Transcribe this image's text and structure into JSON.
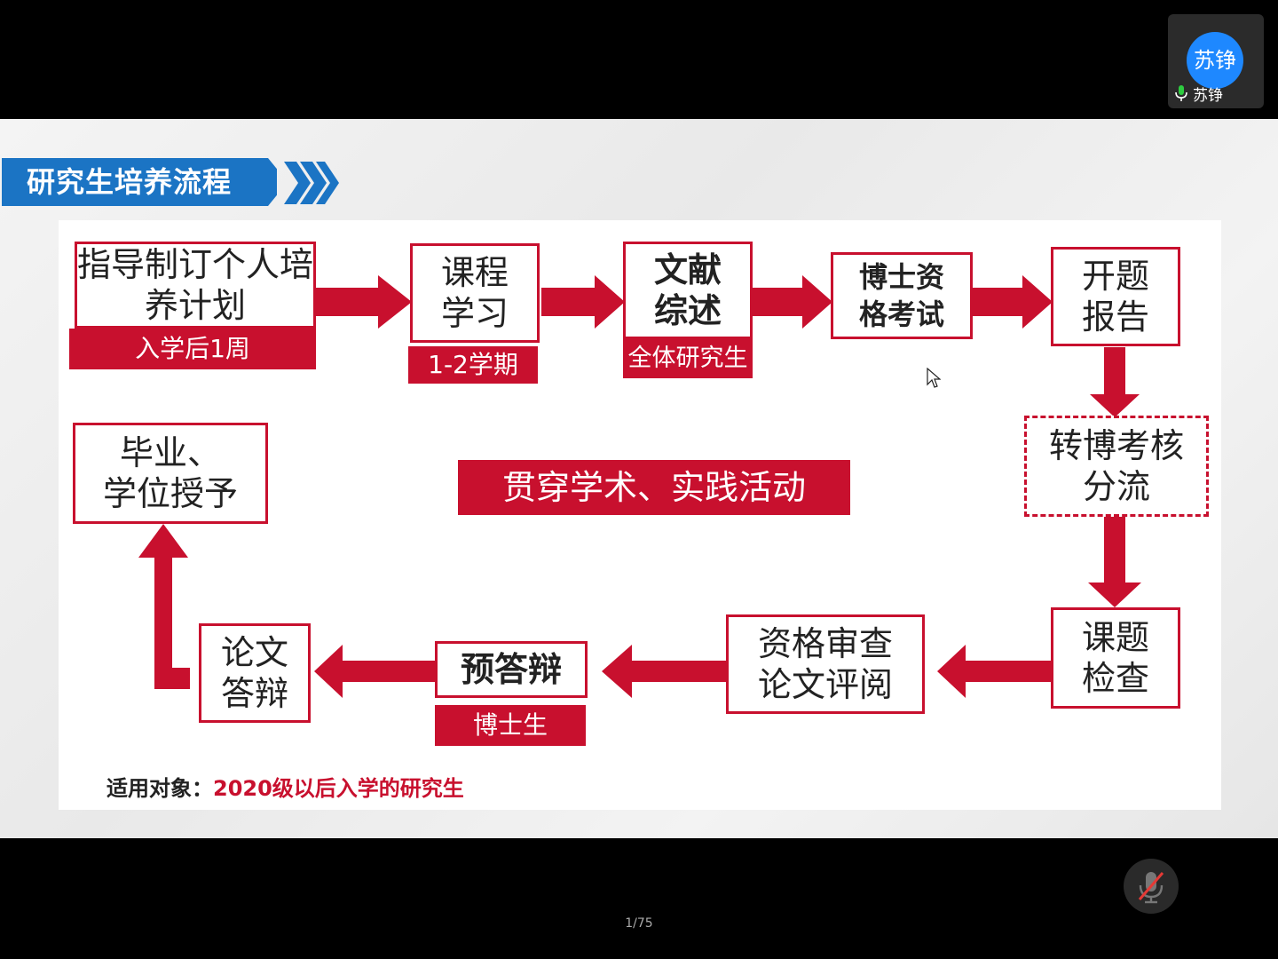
{
  "participant": {
    "avatar_text": "苏铮",
    "name": "苏铮"
  },
  "slide": {
    "title": "研究生培养流程",
    "steps": {
      "s1": {
        "lines": [
          "指导制订个人培",
          "养计划"
        ],
        "tag": "入学后1周"
      },
      "s2": {
        "lines": [
          "课程",
          "学习"
        ],
        "tag": "1-2学期"
      },
      "s3": {
        "lines": [
          "文献",
          "综述"
        ],
        "tag": "全体研究生"
      },
      "s4": {
        "lines": [
          "博士资",
          "格考试"
        ]
      },
      "s5": {
        "lines": [
          "开题",
          "报告"
        ]
      },
      "s6": {
        "lines": [
          "转博考核",
          "分流"
        ]
      },
      "s7": {
        "lines": [
          "课题",
          "检查"
        ]
      },
      "s8": {
        "lines": [
          "资格审查",
          "论文评阅"
        ]
      },
      "s9": {
        "lines": [
          "预答辩"
        ],
        "tag": "博士生"
      },
      "s10": {
        "lines": [
          "论文",
          "答辩"
        ]
      },
      "s11": {
        "lines": [
          "毕业、",
          "学位授予"
        ]
      }
    },
    "center_text": "贯穿学术、实践活动",
    "footnote_label": "适用对象：",
    "footnote_value": "2020级以后入学的研究生"
  },
  "colors": {
    "accent_red": "#c8102e",
    "banner_blue": "#1b74c4",
    "avatar_blue": "#1e88ff"
  },
  "icons": [
    "mic-icon",
    "mic-muted-icon",
    "chevron-right-icon",
    "cursor-icon"
  ],
  "page_indicator": "1/75"
}
